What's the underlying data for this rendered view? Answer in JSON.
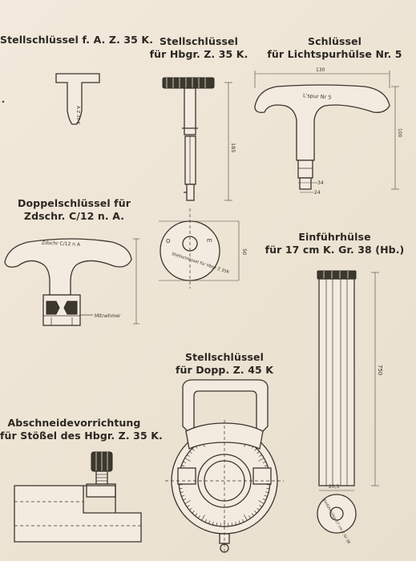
{
  "captions": {
    "t_key": [
      "Stellschlüssel  f. A. Z. 35 K."
    ],
    "hbgr_key": [
      "Stellschlüssel",
      "für Hbgr. Z. 35 K."
    ],
    "tracer_key": [
      "Schlüssel",
      "für Lichtspurhülse Nr. 5"
    ],
    "double_key": [
      "Doppelschlüssel für",
      "Zdschr. C/12 n. A."
    ],
    "insert_sleeve": [
      "Einführhülse",
      "für 17 cm K. Gr. 38 (Hb.)"
    ],
    "dopp_key": [
      "Stellschlüssel",
      "für Dopp. Z. 45 K"
    ],
    "cutter": [
      "Abschneidevorrichtung",
      "für Stößel des Hbgr. Z. 35 K."
    ]
  },
  "drawing_labels": {
    "t_key_stamp": "A Z 35 K",
    "tracer_stamp": "L'spur Nr 5",
    "tracer_dim_width": "130",
    "tracer_dim_height": "100",
    "tracer_dim_a": "34",
    "tracer_dim_b": "24",
    "hbgr_dim_height": "185",
    "hbgr_dim_dia": "50",
    "disc_text": "Stellschlüssel für Hbgr Z 35K",
    "disc_o": "O",
    "disc_m": "m",
    "double_stamp": "Zdschr C/12 n A",
    "double_part": "Mitnehmer",
    "sleeve_dim_len": "750",
    "sleeve_dim_dia": "20,5",
    "sleeve_stamp": "Einführhülse 17 cm K Gr 38"
  }
}
